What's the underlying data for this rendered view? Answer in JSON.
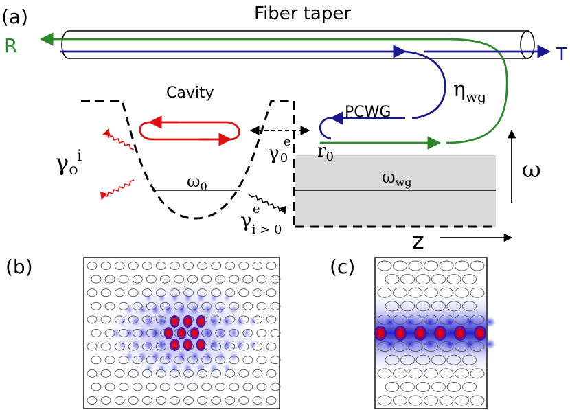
{
  "labels": {
    "panel_a": "(a)",
    "panel_b": "(b)",
    "panel_c": "(c)",
    "fiber_taper": "Fiber taper",
    "reflected": "R",
    "transmitted": "T",
    "cavity": "Cavity",
    "pcwg": "PCWG",
    "eta_sym": "η",
    "eta_sub": "wg",
    "r_sym": "r",
    "r_sub": "0",
    "gamma_o_sym": "γ",
    "gamma_o_sub": "o",
    "gamma_o_sup": "i",
    "gamma_0e_sym": "γ",
    "gamma_0e_sub": "0",
    "gamma_0e_sup": "e",
    "gamma_ie_sym": "γ",
    "gamma_ie_sub": "i > 0",
    "gamma_ie_sup": "e",
    "omega0_sym": "ω",
    "omega0_sub": "0",
    "omegawg_sym": "ω",
    "omegawg_sub": "wg",
    "omega_axis": "ω",
    "z_axis": "z"
  },
  "colors": {
    "reflected_path": "#2a8a2a",
    "transmitted_path": "#1a1a8c",
    "cavity_mode": "#e01010",
    "waveguide_band": "#d9d9d9",
    "field_blue": "#1414d2",
    "field_red": "#e00000"
  }
}
